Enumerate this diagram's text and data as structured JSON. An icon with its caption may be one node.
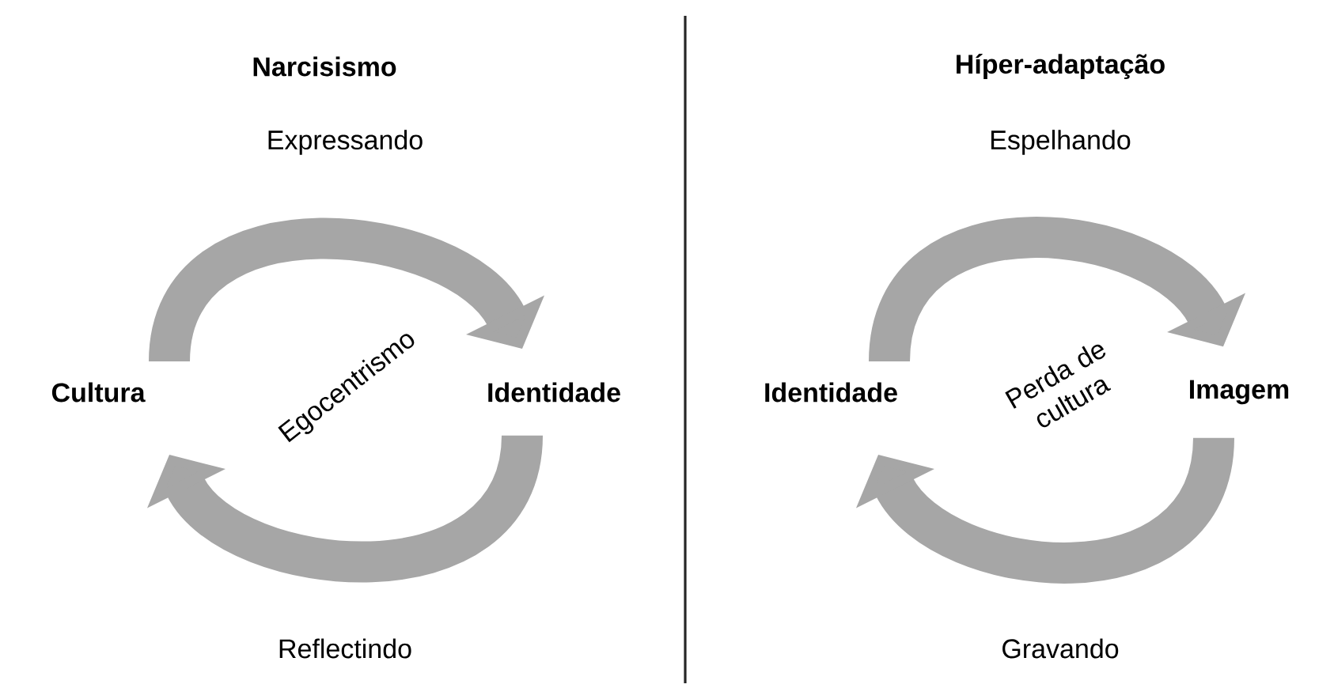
{
  "diagram": {
    "nodes": [
      {
        "text": [
          "Cultura"
        ]
      },
      {
        "text": [
          "Identidade"
        ]
      },
      {
        "text": [
          "Identidade"
        ]
      },
      {
        "text": [
          "Imagem"
        ]
      }
    ],
    "edges": [
      {
        "from": 0,
        "to": 1,
        "arrow": "to",
        "label": "Expressando"
      },
      {
        "from": 1,
        "to": 0,
        "arrow": "to",
        "label": "Reflectindo"
      },
      {
        "from": 2,
        "to": 3,
        "arrow": "to",
        "label": "Espelhando"
      },
      {
        "from": 3,
        "to": 2,
        "arrow": "to",
        "label": "Gravando"
      }
    ],
    "labels": [
      "Narcisismo",
      "Híper-adaptação",
      "Egocentrismo",
      "Perda de cultura"
    ]
  }
}
